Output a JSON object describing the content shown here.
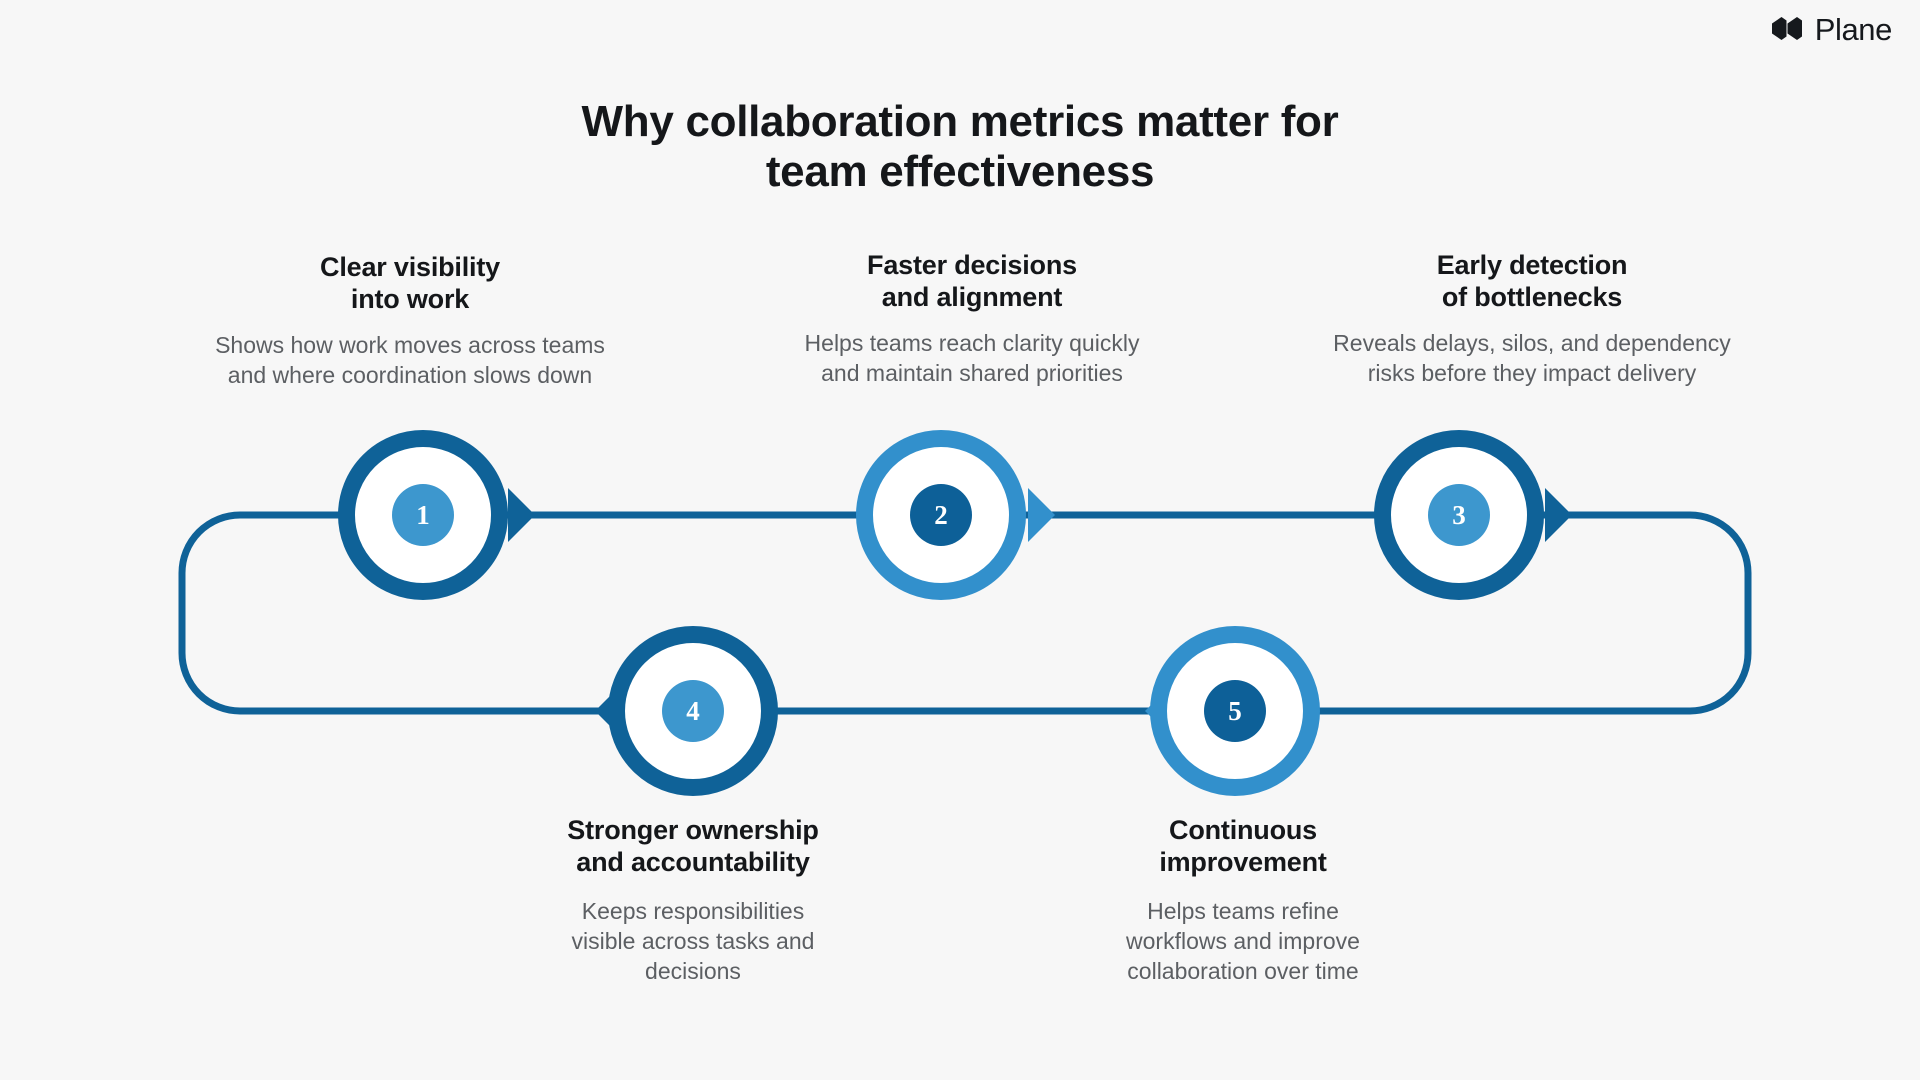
{
  "brand": {
    "name": "Plane",
    "logo_icon": "plane-logo-icon"
  },
  "title": "Why collaboration metrics matter for\nteam effectiveness",
  "colors": {
    "background": "#f7f7f7",
    "track": "#0f6298",
    "ring_dark": "#0f6298",
    "ring_light": "#3290cc",
    "inner_light": "#3d97ce",
    "inner_dark": "#0d6098",
    "heading": "#15171a",
    "description": "#5c5f63"
  },
  "steps": [
    {
      "number": "1",
      "heading": "Clear visibility\ninto work",
      "description": "Shows how work moves across teams\nand where coordination slows down",
      "style": "dark",
      "position": "above"
    },
    {
      "number": "2",
      "heading": "Faster decisions\nand alignment",
      "description": "Helps teams reach clarity quickly\nand maintain shared priorities",
      "style": "light",
      "position": "above"
    },
    {
      "number": "3",
      "heading": "Early detection\nof bottlenecks",
      "description": "Reveals delays, silos, and dependency\nrisks before they impact delivery",
      "style": "dark",
      "position": "above"
    },
    {
      "number": "4",
      "heading": "Stronger ownership\nand accountability",
      "description": "Keeps responsibilities\nvisible across tasks and\ndecisions",
      "style": "dark",
      "position": "below"
    },
    {
      "number": "5",
      "heading": "Continuous\nimprovement",
      "description": "Helps teams refine\nworkflows and improve\ncollaboration over time",
      "style": "light",
      "position": "below"
    }
  ]
}
